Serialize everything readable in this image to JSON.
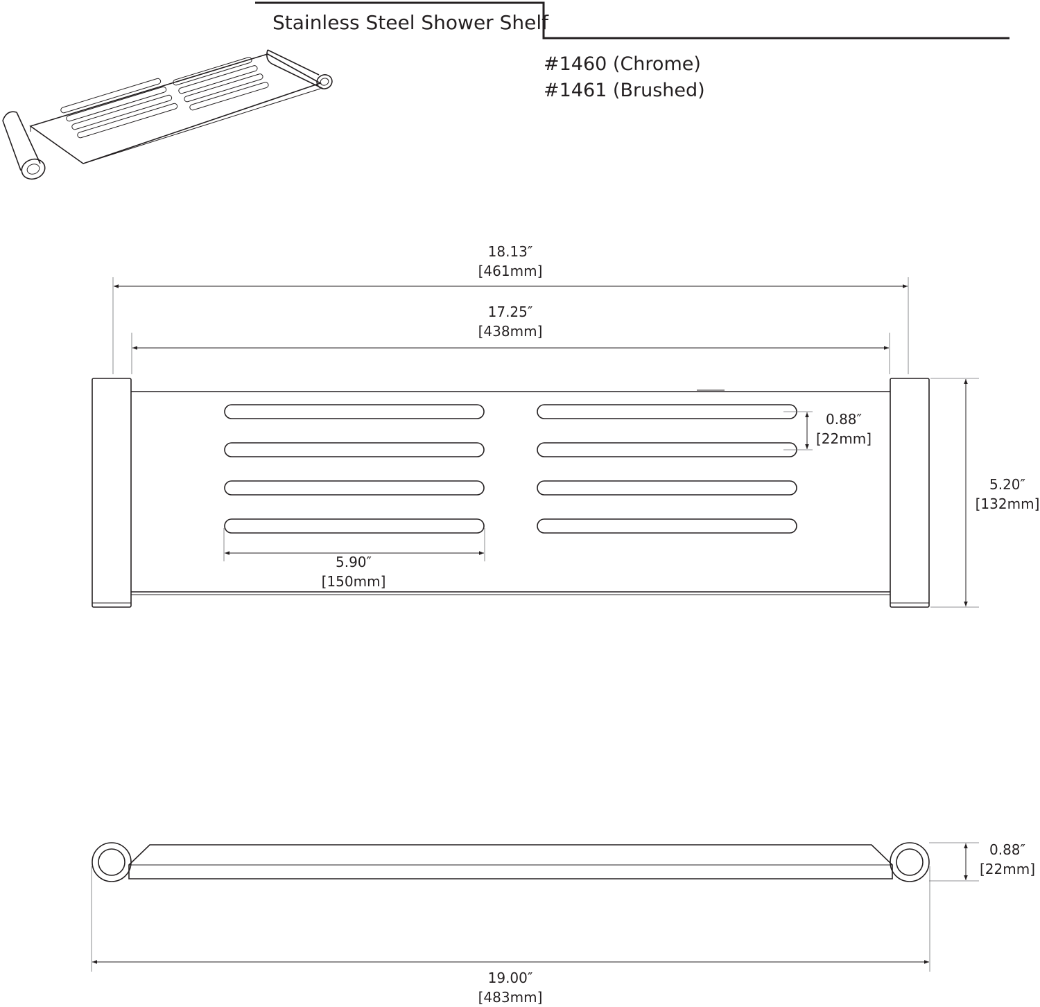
{
  "title": "Stainless Steel Shower Shelf",
  "models": [
    "#1460 (Chrome)",
    "#1461 (Brushed)"
  ],
  "dimensions": {
    "overall_outer": {
      "inch": "18.13″",
      "mm": "[461mm]"
    },
    "overall_inner": {
      "inch": "17.25″",
      "mm": "[438mm]"
    },
    "slot_spacing": {
      "inch": "0.88″",
      "mm": "[22mm]"
    },
    "depth": {
      "inch": "5.20″",
      "mm": "[132mm]"
    },
    "slot_length": {
      "inch": "5.90″",
      "mm": "[150mm]"
    },
    "side_height": {
      "inch": "0.88″",
      "mm": "[22mm]"
    },
    "total_length": {
      "inch": "19.00″",
      "mm": "[483mm]"
    }
  },
  "views": [
    "isometric-view",
    "top-view",
    "side-view"
  ]
}
